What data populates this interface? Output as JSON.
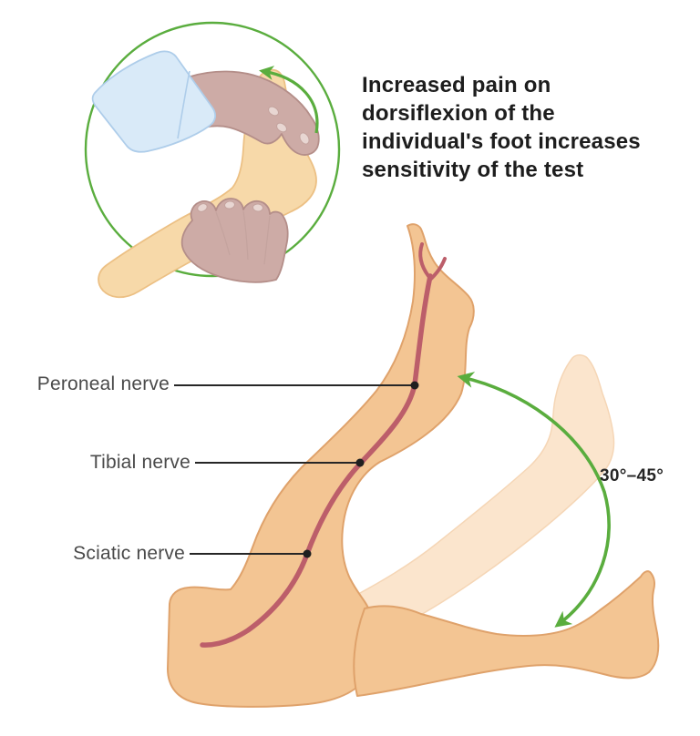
{
  "caption": {
    "line1": "Increased pain on",
    "line2": "dorsiflexion of the",
    "line3": "individual's foot increases",
    "line4": "sensitivity of the test"
  },
  "labels": {
    "peroneal": "Peroneal nerve",
    "tibial": "Tibial nerve",
    "sciatic": "Sciatic nerve"
  },
  "angle": {
    "range": "30°–45°"
  },
  "colors": {
    "accent_green": "#5aad3e",
    "nerve_red": "#bc5e6a",
    "skin_tan": "#f3c593",
    "skin_ghost": "#fbe5cd",
    "inset_foot_skin": "#f7d9a9",
    "examiner_hand_mauve": "#cdaba6",
    "sleeve_blue": "#d9eaf8",
    "label_gray": "#4a4a4a",
    "caption_dark": "#1d1d1d"
  }
}
